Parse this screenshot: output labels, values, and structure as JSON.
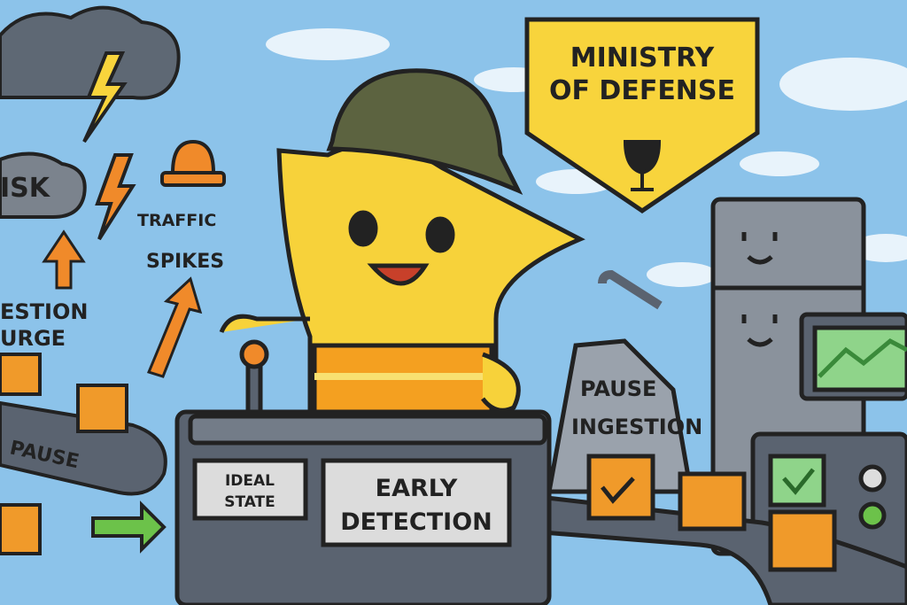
{
  "storm": {
    "risk_label": "ISK"
  },
  "left_labels": {
    "traffic_spikes": [
      "TRAFFIC",
      "SPIKES"
    ],
    "ingestion_surge": [
      "ESTION",
      "URGE"
    ],
    "pause_belt": "PAUSE"
  },
  "shield": {
    "title": [
      "MINISTRY",
      "OF DEFENSE"
    ]
  },
  "console": {
    "ideal_state": [
      "IDEAL",
      "STATE"
    ],
    "early_detection": [
      "EARLY",
      "DETECTION"
    ]
  },
  "sign": {
    "pause_ingestion": [
      "PAUSE",
      "INGESTION"
    ]
  },
  "colors": {
    "sky": "#8cc3ea",
    "mascot": "#f7d23a",
    "vest": "#f4a020",
    "machine": "#5a6370",
    "box": "#f09a2a",
    "shield": "#f8d43c"
  }
}
